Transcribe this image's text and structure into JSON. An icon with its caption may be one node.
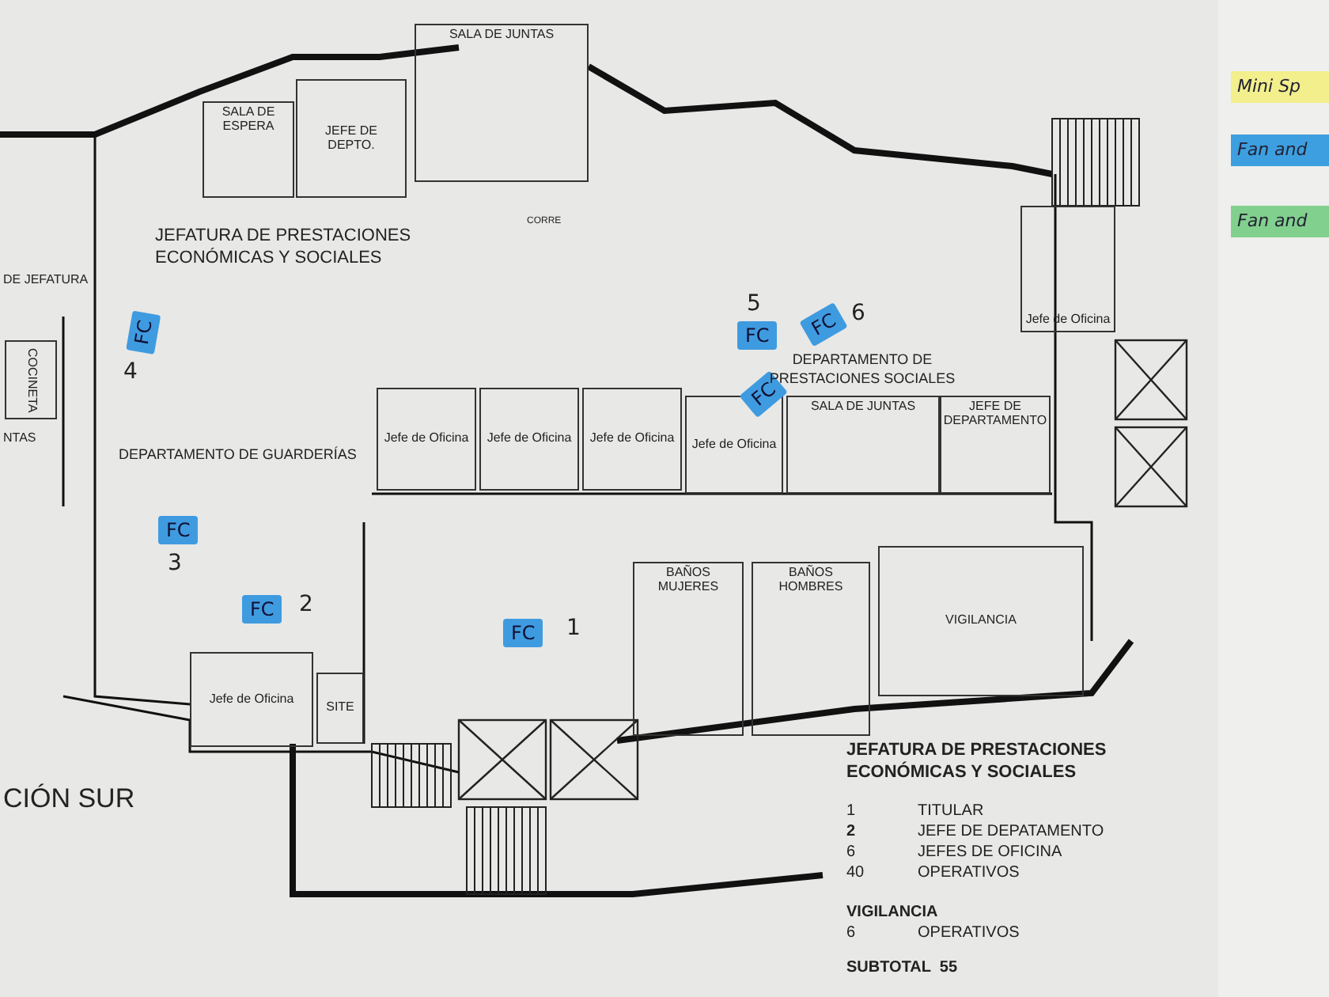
{
  "diagram": {
    "nodes": [
      {
        "text": [
          "SALA DE JUNTAS"
        ]
      },
      {
        "text": [
          "SALA DE ESPERA"
        ]
      },
      {
        "text": [
          "JEFE DE DEPTO."
        ]
      },
      {
        "text": [
          "Jefe de Oficina"
        ]
      },
      {
        "text": [
          "Jefe de Oficina"
        ]
      },
      {
        "text": [
          "Jefe de Oficina"
        ]
      },
      {
        "text": [
          "Jefe de Oficina"
        ]
      },
      {
        "text": [
          "SALA DE JUNTAS"
        ]
      },
      {
        "text": [
          "JEFE DE DEPARTAMENTO"
        ]
      },
      {
        "text": [
          "Jefe de Oficina"
        ]
      },
      {
        "text": [
          "COCINETA"
        ]
      },
      {
        "text": [
          "BAÑOS MUJERES"
        ]
      },
      {
        "text": [
          "BAÑOS HOMBRES"
        ]
      },
      {
        "text": [
          "VIGILANCIA"
        ]
      },
      {
        "text": [
          "Jefe de Oficina"
        ]
      },
      {
        "text": [
          "SITE"
        ]
      },
      {
        "text": [
          "FC"
        ],
        "beside": [
          "4"
        ]
      },
      {
        "text": [
          "FC"
        ],
        "beside": [
          "5"
        ]
      },
      {
        "text": [
          "FC"
        ],
        "beside": [
          "6"
        ]
      },
      {
        "text": [
          "FC"
        ]
      },
      {
        "text": [
          "FC"
        ],
        "beside": [
          "3"
        ]
      },
      {
        "text": [
          "FC"
        ],
        "beside": [
          "1"
        ]
      },
      {
        "text": [
          "FC"
        ],
        "beside": [
          "2"
        ]
      }
    ],
    "labels": [
      "JEFATURA DE PRESTACIONES ECONÓMICAS Y SOCIALES",
      "DE JEFATURA",
      "CORRE",
      "DEPARTAMENTO DE PRESTACIONES SOCIALES",
      "NTAS",
      "DEPARTAMENTO DE GUARDERÍAS",
      "CIÓN SUR",
      "JEFATURA DE PRESTACIONES ECONÓMICAS Y SOCIALES",
      "1",
      "TITULAR",
      "2",
      "JEFE DE DEPATAMENTO",
      "6",
      "JEFES DE OFICINA",
      "40",
      "OPERATIVOS",
      "VIGILANCIA",
      "6",
      "OPERATIVOS",
      "SUBTOTAL  55"
    ],
    "legend": [
      {
        "text": "Mini Sp",
        "color": "#f2ef8c"
      },
      {
        "text": "Fan and",
        "color": "#3d9fe0"
      },
      {
        "text": "Fan and",
        "color": "#82d08e"
      }
    ]
  }
}
